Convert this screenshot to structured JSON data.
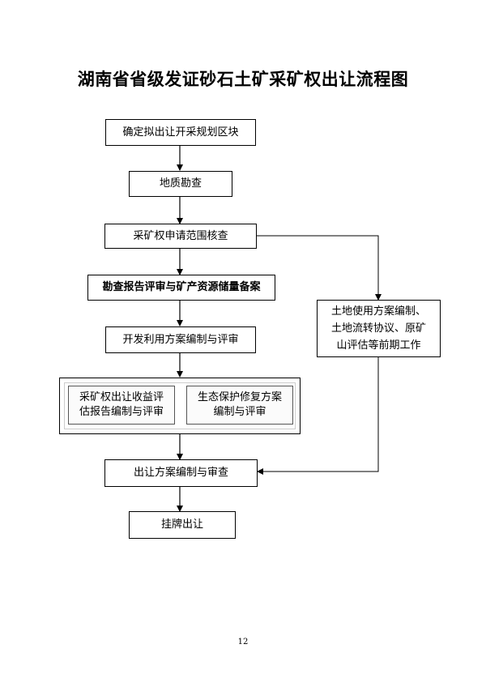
{
  "document": {
    "title": "湖南省省级发证砂石土矿采矿权出让流程图",
    "page_number": "12"
  },
  "flow": {
    "step1": "确定拟出让开采规划区块",
    "step2": "地质勘查",
    "step3": "采矿权申请范围核查",
    "step4": "勘查报告评审与矿产资源储量备案",
    "step5": "开发利用方案编制与评审",
    "step6a": [
      "采矿权出让收益评",
      "估报告编制与评审"
    ],
    "step6b": [
      "生态保护修复方案",
      "编制与评审"
    ],
    "step7": "出让方案编制与审查",
    "step8": "挂牌出让",
    "side": [
      "土地使用方案编制、",
      "土地流转协议、原矿",
      "山评估等前期工作"
    ]
  }
}
